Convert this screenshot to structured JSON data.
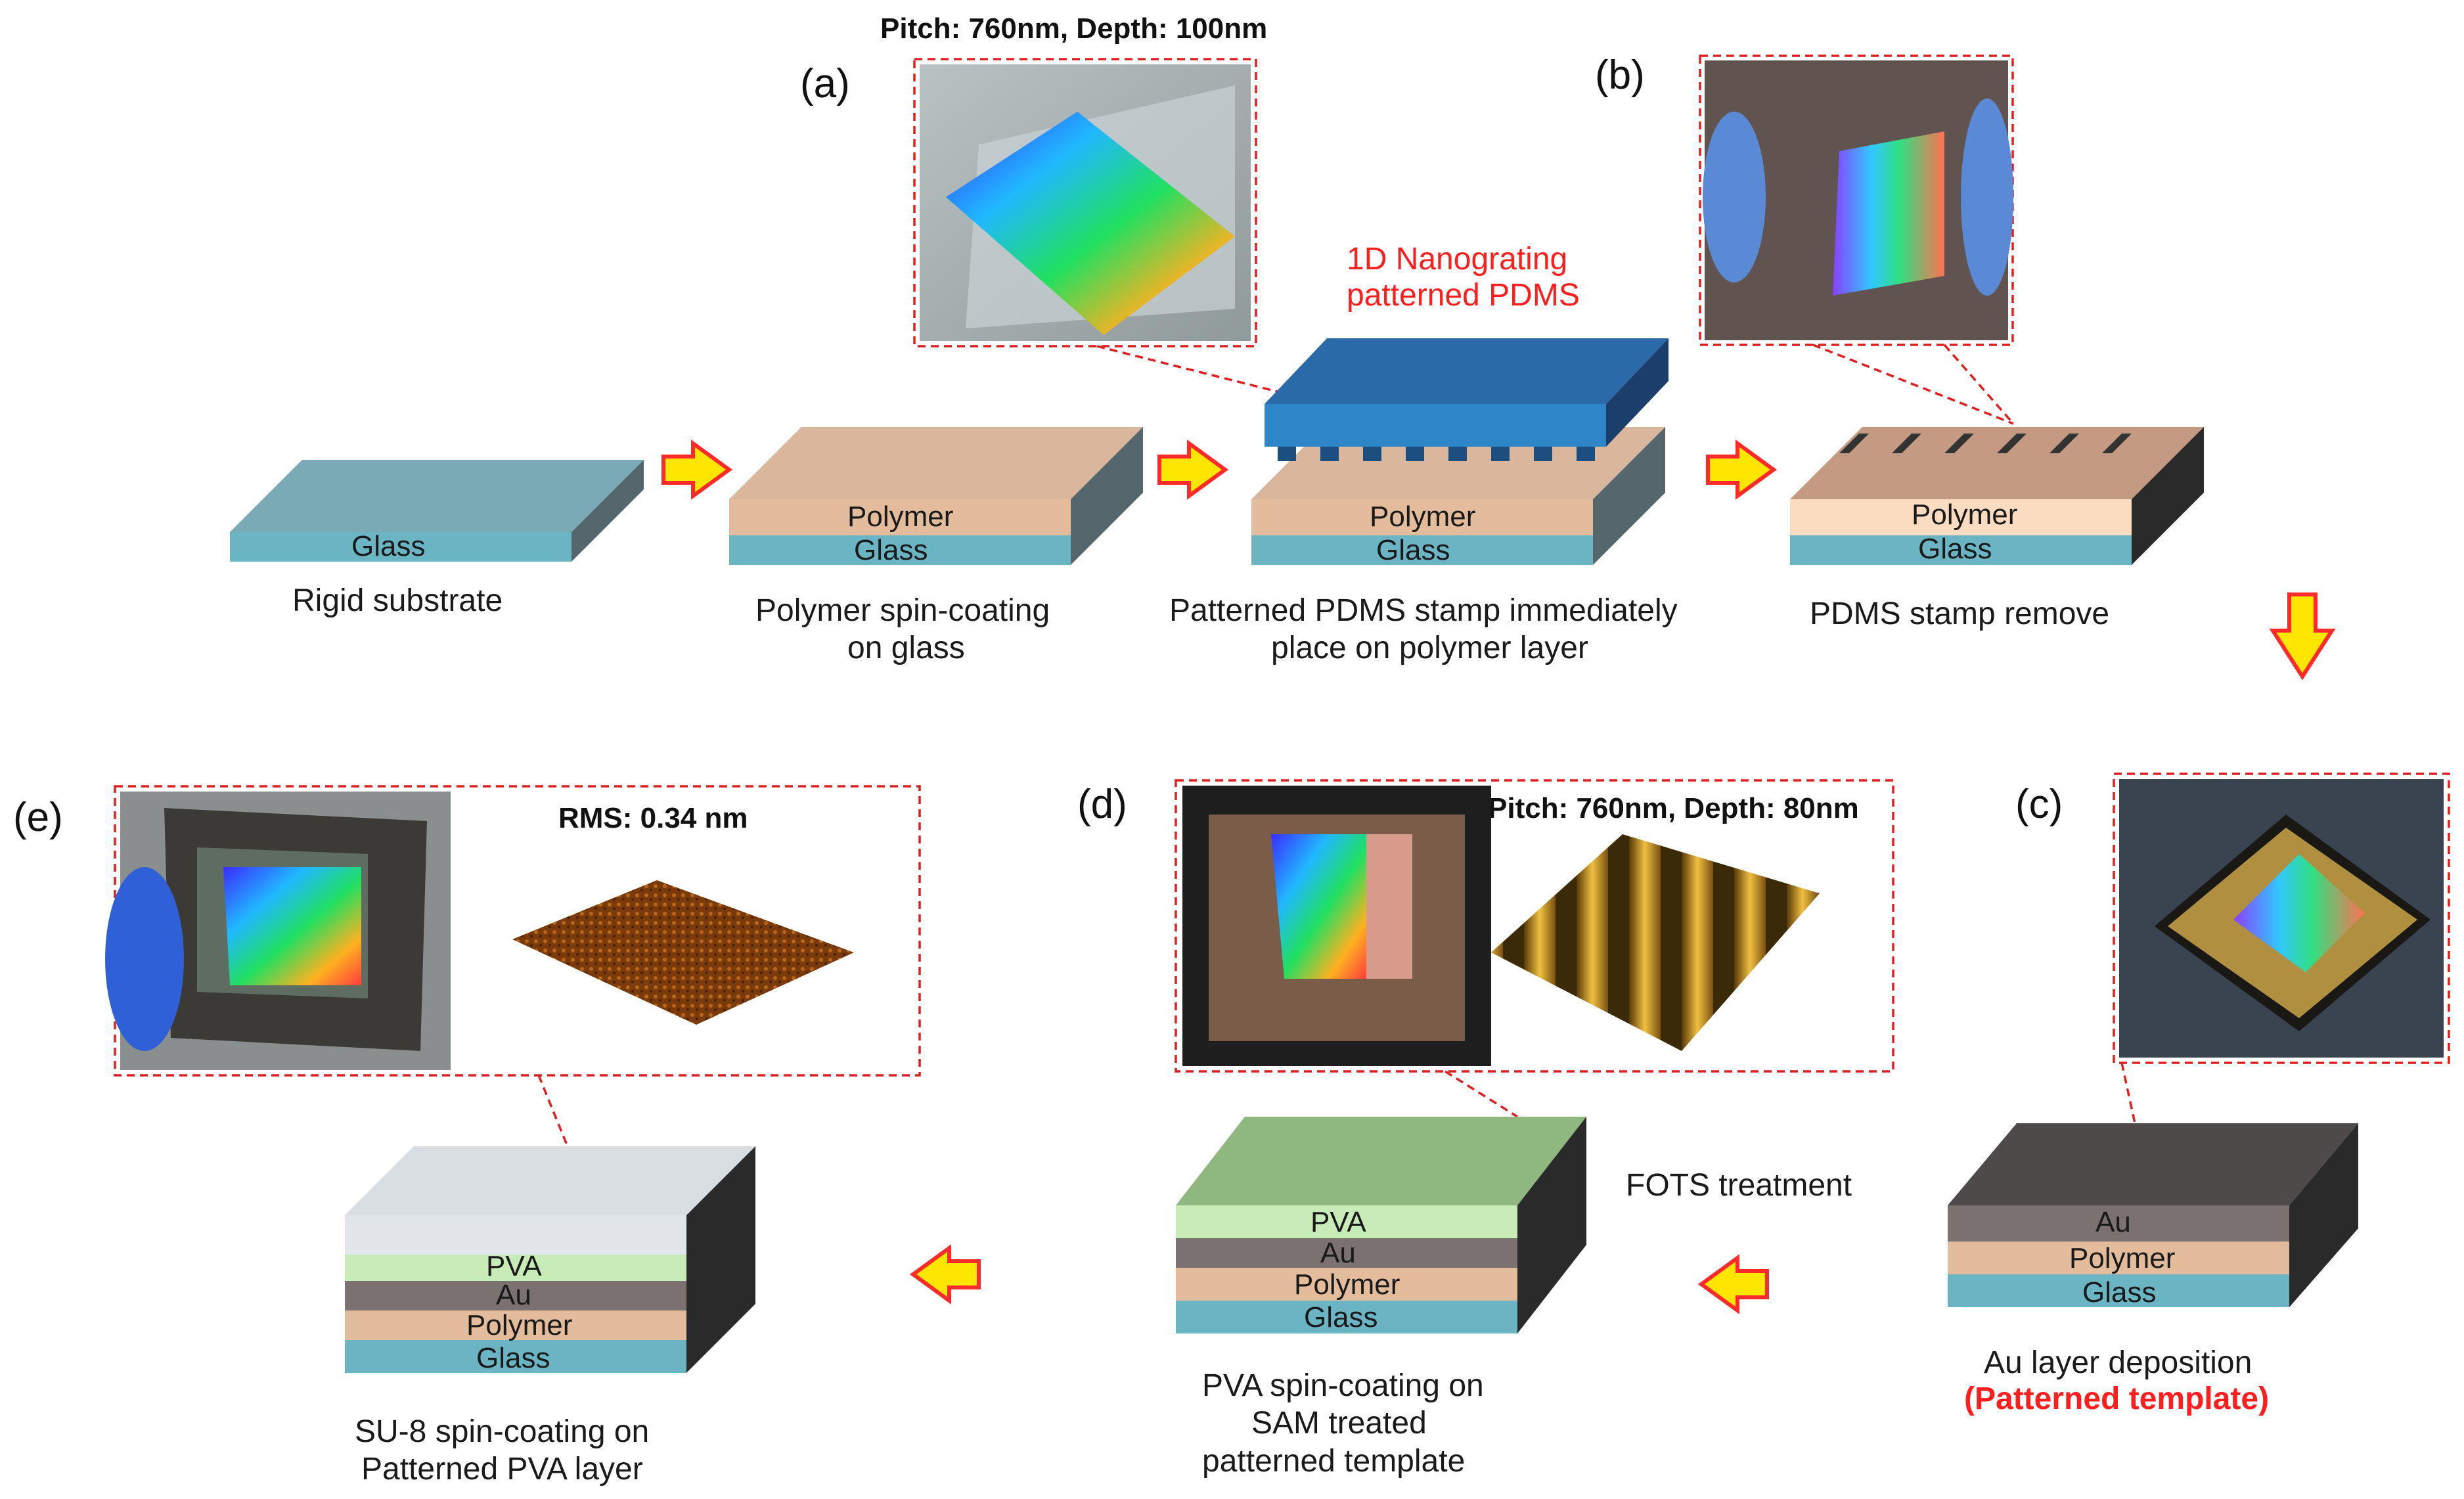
{
  "panels": {
    "a": "(a)",
    "b": "(b)",
    "c": "(c)",
    "d": "(d)",
    "e": "(e)"
  },
  "annotations": {
    "pitch_a": "Pitch: 760nm, Depth: 100nm",
    "pitch_d": "Pitch: 760nm, Depth: 80nm",
    "rms_e": "RMS: 0.34 nm",
    "pdms_line1": "1D Nanograting",
    "pdms_line2": "patterned PDMS",
    "fots": "FOTS treatment"
  },
  "layers": {
    "glass": "Glass",
    "polymer": "Polymer",
    "au": "Au",
    "pva": "PVA"
  },
  "captions": {
    "step1": "Rigid substrate",
    "step2_l1": "Polymer spin-coating",
    "step2_l2": "on glass",
    "step3_l1": "Patterned PDMS stamp immediately",
    "step3_l2": "place on polymer layer",
    "step4": "PDMS stamp remove",
    "step_c_l1": "Au layer deposition",
    "step_c_l2": "(Patterned template)",
    "step_d_l1": "PVA spin-coating on",
    "step_d_l2": "SAM treated",
    "step_d_l3": "patterned template",
    "step_e_l1": "SU-8 spin-coating on",
    "step_e_l2": "Patterned PVA layer"
  },
  "colors": {
    "glass": "#6ab4c4",
    "polymer": "#e3bc9c",
    "au": "#7a7170",
    "pva": "#c8ecb8",
    "pdms": "#2e86c8",
    "su8": "#e2e6ea",
    "arrow_fill": "#ffe600",
    "arrow_stroke": "#ff2a2a",
    "callout": "#e02020"
  }
}
